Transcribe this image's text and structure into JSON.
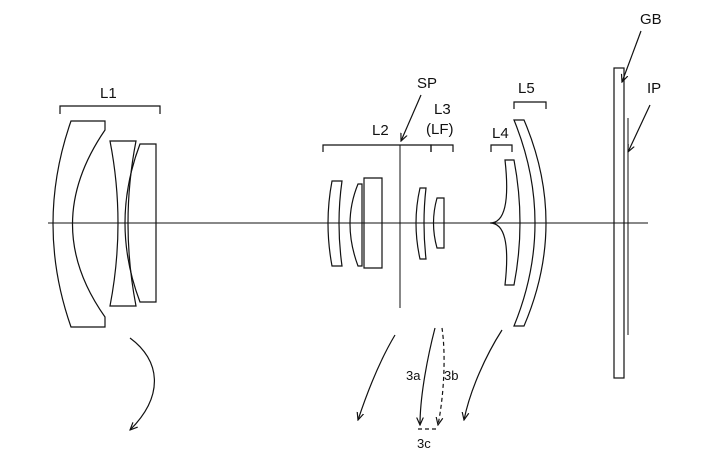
{
  "labels": {
    "l1": "L1",
    "sp": "SP",
    "l2": "L2",
    "l3": "L3",
    "lf": "(LF)",
    "l4": "L4",
    "l5": "L5",
    "gb": "GB",
    "ip": "IP",
    "m3a": "3a",
    "m3b": "3b",
    "m3c": "3c"
  }
}
